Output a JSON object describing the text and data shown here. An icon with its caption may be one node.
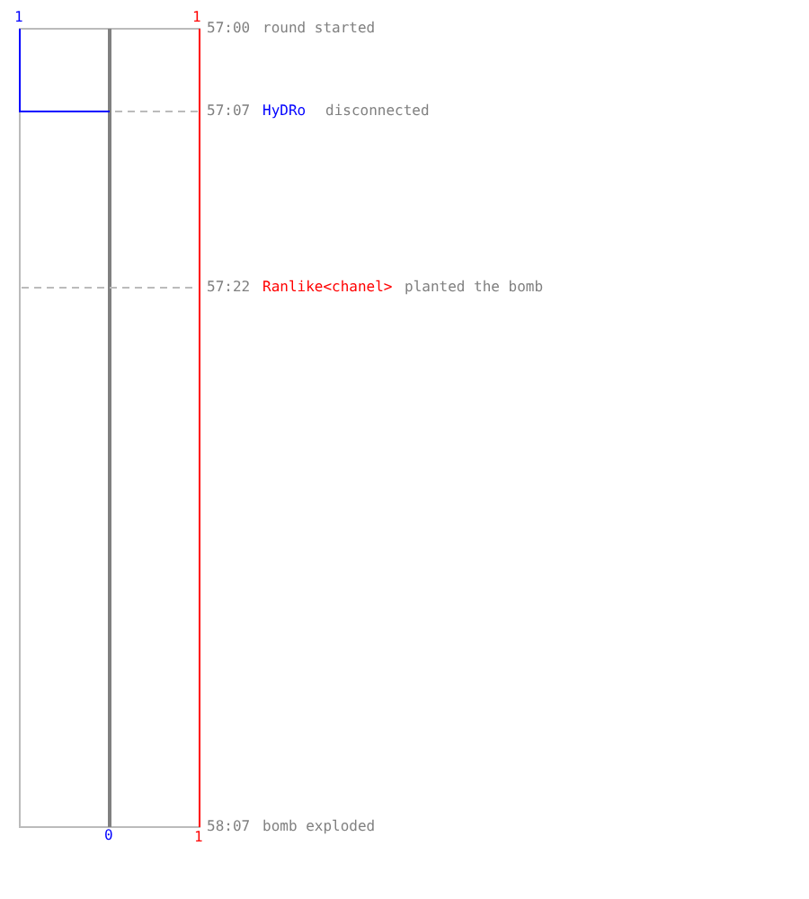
{
  "diagram": {
    "labels": [
      "1",
      "1",
      "57:00",
      "round started",
      "57:07",
      "HyDRo",
      "disconnected",
      "57:22",
      "Ranlike<chanel>",
      "planted the bomb",
      "58:07",
      "bomb exploded",
      "0",
      "1"
    ]
  }
}
